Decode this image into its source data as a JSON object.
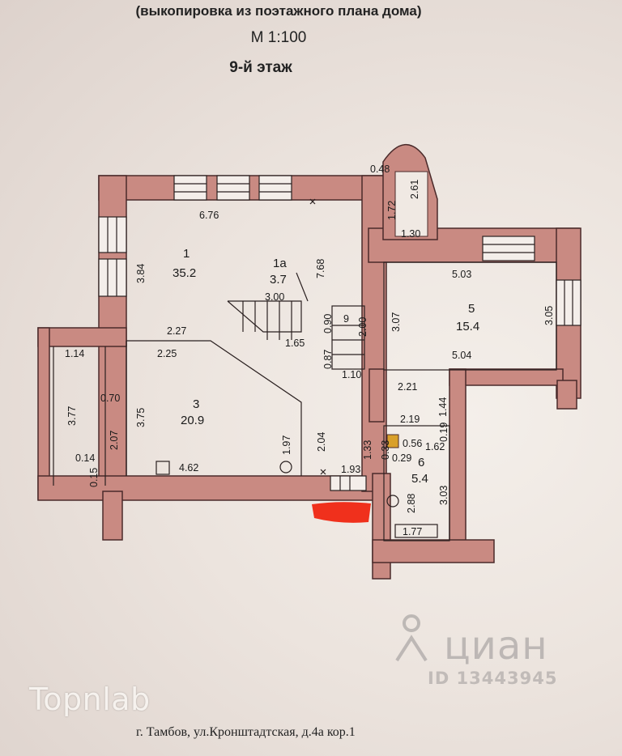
{
  "header": {
    "subtitle": "(выкопировка из поэтажного плана дома)",
    "scale": "М  1:100",
    "floor": "9-й этаж"
  },
  "rooms": [
    {
      "number": "1",
      "area": "35.2"
    },
    {
      "number": "1а",
      "area": "3.7"
    },
    {
      "number": "3",
      "area": "20.9"
    },
    {
      "number": "5",
      "area": "15.4"
    },
    {
      "number": "6",
      "area": "5.4"
    },
    {
      "number": "9",
      "area": ""
    }
  ],
  "dimensions": {
    "d676": "6.76",
    "d384": "3.84",
    "d768": "7.68",
    "d300": "3.00",
    "d227": "2.27",
    "d225": "2.25",
    "d165": "1.65",
    "d090": "0.90",
    "d200": "2.00",
    "d087": "0.87",
    "d110": "1.10",
    "d375": "3.75",
    "d462": "4.62",
    "d197": "1.97",
    "d204": "2.04",
    "d070": "0.70",
    "d207": "2.07",
    "d114": "1.14",
    "d377": "3.77",
    "d014": "0.14",
    "d015": "0.15",
    "d048": "0.48",
    "d261": "2.61",
    "d172": "1.72",
    "d130": "1.30",
    "d503": "5.03",
    "d307": "3.07",
    "d305": "3.05",
    "d504": "5.04",
    "d221": "2.21",
    "d144": "1.44",
    "d219": "2.19",
    "d133": "1.33",
    "d033": "0.33",
    "d056": "0.56",
    "d019": "0.19",
    "d162": "1.62",
    "d029": "0.29",
    "d193": "1.93",
    "d288": "2.88",
    "d303": "3.03",
    "d177": "1.77"
  },
  "footer": {
    "address": "г. Тамбов, ул.Кронштадтская, д.4а кор.1",
    "brand": "Topnlab"
  },
  "watermark": {
    "name": "циан",
    "id": "ID 13443945"
  },
  "colors": {
    "wall": "#c98a82",
    "paper": "#ece4de",
    "redaction": "#f0301c"
  }
}
